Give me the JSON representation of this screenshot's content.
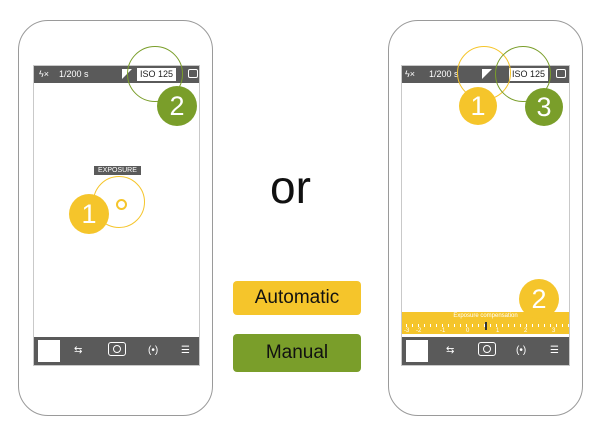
{
  "left_phone": {
    "shutter_speed": "1/200 s",
    "iso": "ISO 125",
    "exposure_label": "EXPOSURE",
    "badge1": "1",
    "badge2": "2"
  },
  "divider": {
    "or": "or"
  },
  "modes": {
    "automatic": "Automatic",
    "manual": "Manual"
  },
  "right_phone": {
    "shutter_speed": "1/200 s",
    "iso": "ISO 125",
    "compensation_label": "Exposure compensation",
    "ticks": [
      "-3",
      "-2",
      "-1",
      "0",
      "1",
      "2",
      "3"
    ],
    "badge1": "1",
    "badge2": "2",
    "badge3": "3"
  },
  "icons": [
    "flash-off-icon",
    "ev-icon",
    "switch-camera-icon",
    "swap-icon",
    "camera-icon",
    "wifi-icon",
    "menu-icon"
  ],
  "colors": {
    "automatic": "#f5c52b",
    "manual": "#7a9e2a",
    "bar": "#5a5a5a"
  }
}
